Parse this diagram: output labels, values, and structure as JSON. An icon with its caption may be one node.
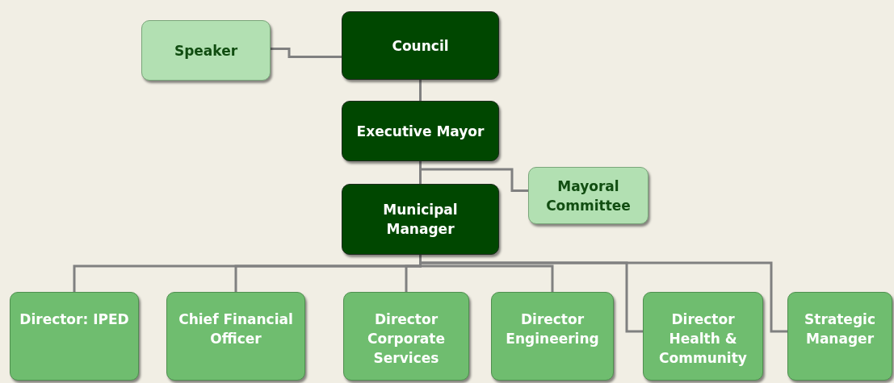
{
  "diagram": {
    "nodes": [
      {
        "text": [
          "Council"
        ]
      },
      {
        "text": [
          "Speaker"
        ]
      },
      {
        "text": [
          "Executive Mayor"
        ]
      },
      {
        "text": [
          "Mayoral Committee"
        ]
      },
      {
        "text": [
          "Municipal Manager"
        ]
      },
      {
        "text": [
          "Director: IPED"
        ]
      },
      {
        "text": [
          "Chief Financial Officer"
        ]
      },
      {
        "text": [
          "Director Corporate Services"
        ]
      },
      {
        "text": [
          "Director Engineering"
        ]
      },
      {
        "text": [
          "Director Health & Community"
        ]
      },
      {
        "text": [
          "Strategic Manager"
        ]
      }
    ],
    "edges": [
      {
        "from": 1,
        "to": 0,
        "arrow": "none"
      },
      {
        "from": 0,
        "to": 2,
        "arrow": "none"
      },
      {
        "from": 2,
        "to": 4,
        "arrow": "none"
      },
      {
        "from": 2,
        "to": 3,
        "arrow": "none"
      },
      {
        "from": 4,
        "to": 5,
        "arrow": "none"
      },
      {
        "from": 4,
        "to": 6,
        "arrow": "none"
      },
      {
        "from": 4,
        "to": 7,
        "arrow": "none"
      },
      {
        "from": 4,
        "to": 8,
        "arrow": "none"
      },
      {
        "from": 4,
        "to": 9,
        "arrow": "none"
      },
      {
        "from": 4,
        "to": 10,
        "arrow": "none"
      }
    ]
  }
}
